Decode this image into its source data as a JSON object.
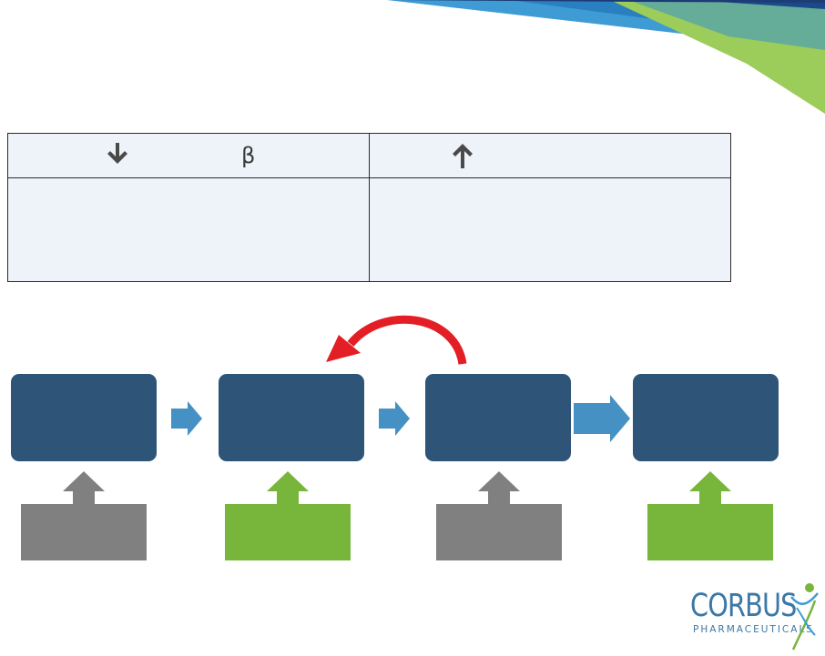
{
  "table": {
    "header_left": {
      "arrow_icon": "arrow-down-icon",
      "symbol": "β"
    },
    "header_right": {
      "arrow_icon": "arrow-up-icon"
    }
  },
  "flow": {
    "stages": 4,
    "feedback_arrow_color": "#e31e24",
    "stage_color": "#2e5478",
    "connector_color": "#4591c4",
    "bases": [
      "gray",
      "green",
      "gray",
      "green"
    ]
  },
  "logo": {
    "name": "CORBUS",
    "subtitle": "PHARMACEUTICALS"
  },
  "colors": {
    "gray": "#808080",
    "green": "#77b53b",
    "accent_blue": "#3c78a6"
  }
}
